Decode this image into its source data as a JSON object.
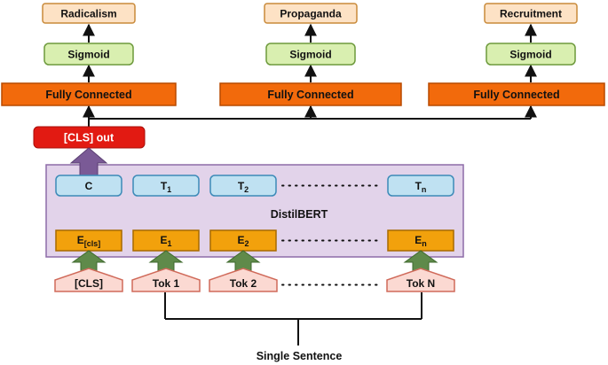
{
  "outputs": {
    "radicalism": "Radicalism",
    "propaganda": "Propaganda",
    "recruitment": "Recruitment"
  },
  "layers": {
    "sigmoid": "Sigmoid",
    "fully_connected": "Fully Connected"
  },
  "cls_out": "[CLS] out",
  "model_name": "DistilBERT",
  "hidden": {
    "c": "C",
    "t1": {
      "base": "T",
      "sub": "1"
    },
    "t2": {
      "base": "T",
      "sub": "2"
    },
    "tn": {
      "base": "T",
      "sub": "n"
    }
  },
  "embeddings": {
    "ecls": {
      "base": "E",
      "sub": "[cls]"
    },
    "e1": {
      "base": "E",
      "sub": "1"
    },
    "e2": {
      "base": "E",
      "sub": "2"
    },
    "en": {
      "base": "E",
      "sub": "n"
    }
  },
  "tokens": {
    "cls": "[CLS]",
    "tok1": "Tok 1",
    "tok2": "Tok 2",
    "tokn": "Tok N"
  },
  "input_label": "Single Sentence",
  "colors": {
    "output_fill": "#fde2c5",
    "output_stroke": "#c98a3a",
    "sigmoid_fill": "#d9efb0",
    "sigmoid_stroke": "#6d9a3c",
    "fc_fill": "#f26a0c",
    "fc_stroke": "#b84a00",
    "cls_out_fill": "#e21a12",
    "distilbert_fill": "#e2d3ea",
    "distilbert_stroke": "#8d6ca8",
    "hidden_fill": "#bfe1f2",
    "hidden_stroke": "#3c8ab8",
    "embed_fill": "#f2a10c",
    "embed_stroke": "#a86a00",
    "token_fill": "#fbd9d2",
    "token_stroke": "#d06a5a",
    "up_arrow_green": "#5f8a4a",
    "up_arrow_purple": "#7a5a96"
  }
}
